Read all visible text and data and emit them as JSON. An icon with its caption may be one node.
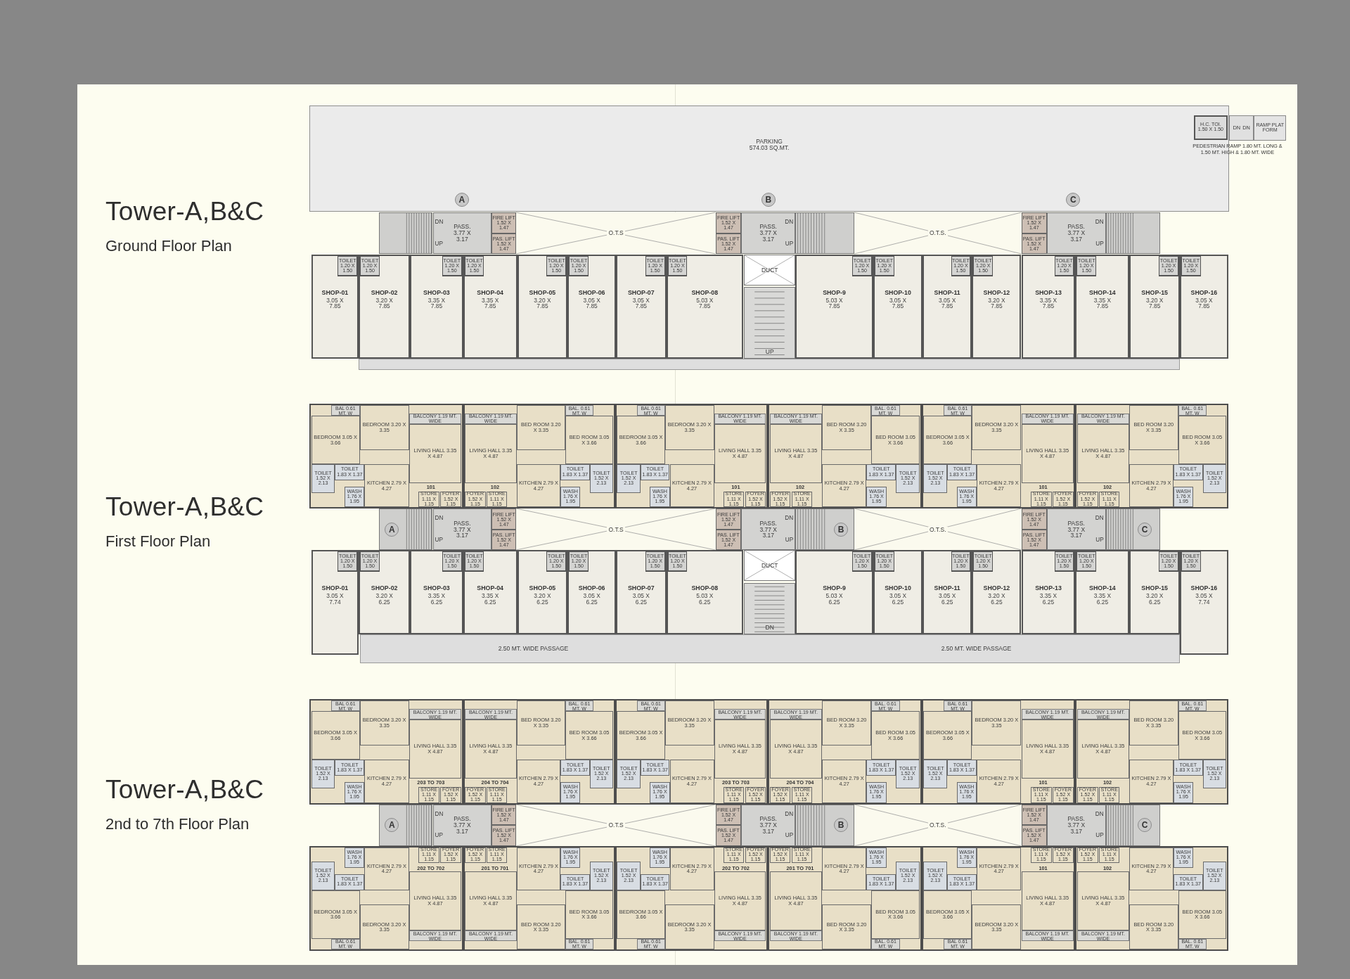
{
  "diagram": {
    "nodes": [
      {
        "text": [
          "PARKING",
          "574.03 SQ.MT."
        ]
      },
      {
        "text": [
          "H.C. TOI. 1.50 X 1.50"
        ],
        "in": 0
      },
      {
        "text": [
          "DN",
          "DN"
        ]
      },
      {
        "text": [
          "RAMP PLAT FORM"
        ]
      },
      {
        "text": [
          "PASS. 3.77 X 3.17",
          "DN",
          "UP"
        ]
      },
      {
        "text": [
          "FIRE LIFT 1.52 X 1.47"
        ]
      },
      {
        "text": [
          "PAS. LIFT 1.52 X 1.47"
        ]
      },
      {
        "text": [],
        "shape": "box"
      },
      {
        "text": [
          "A"
        ],
        "in": 0
      },
      {
        "text": [
          "PASS. 3.77 X 3.17",
          "DN",
          "UP"
        ]
      },
      {
        "text": [
          "FIRE LIFT 1.52 X 1.47"
        ]
      },
      {
        "text": [
          "PAS. LIFT 1.52 X 1.47"
        ]
      },
      {
        "text": [],
        "shape": "box"
      },
      {
        "text": [
          "B"
        ],
        "in": 0
      },
      {
        "text": [
          "PASS. 3.77 X 3.17",
          "DN",
          "UP"
        ]
      },
      {
        "text": [
          "FIRE LIFT 1.52 X 1.47"
        ]
      },
      {
        "text": [
          "PAS. LIFT 1.52 X 1.47"
        ]
      },
      {
        "text": [],
        "shape": "box"
      },
      {
        "text": [
          "C"
        ],
        "in": 0
      },
      {
        "text": [
          "O.T.S"
        ]
      },
      {
        "text": [
          "O.T.S."
        ]
      },
      {
        "text": [
          "DUCT"
        ]
      },
      {
        "text": [
          "UP"
        ]
      },
      {
        "text": [
          "SHOP-01",
          "3.05 X 7.85"
        ]
      },
      {
        "text": [
          "TOILET 1.20 X 1.50"
        ],
        "in": 23
      },
      {
        "text": [
          "SHOP-02",
          "3.20 X 7.85"
        ]
      },
      {
        "text": [
          "TOILET 1.20 X 1.50"
        ],
        "in": 25
      },
      {
        "text": [
          "SHOP-03",
          "3.35 X 7.85"
        ]
      },
      {
        "text": [
          "TOILET 1.20 X 1.50"
        ],
        "in": 27
      },
      {
        "text": [
          "SHOP-04",
          "3.35 X 7.85"
        ]
      },
      {
        "text": [
          "TOILET 1.20 X 1.50"
        ],
        "in": 29
      },
      {
        "text": [
          "SHOP-05",
          "3.20 X 7.85"
        ]
      },
      {
        "text": [
          "TOILET 1.20 X 1.50"
        ],
        "in": 31
      },
      {
        "text": [
          "SHOP-06",
          "3.05 X 7.85"
        ]
      },
      {
        "text": [
          "TOILET 1.20 X 1.50"
        ],
        "in": 33
      },
      {
        "text": [
          "SHOP-07",
          "3.05 X 7.85"
        ]
      },
      {
        "text": [
          "TOILET 1.20 X 1.50"
        ],
        "in": 35
      },
      {
        "text": [
          "SHOP-08",
          "5.03 X 7.85"
        ]
      },
      {
        "text": [
          "TOILET 1.20 X 1.50"
        ],
        "in": 37
      },
      {
        "text": [
          "SHOP-9",
          "5.03 X 7.85"
        ]
      },
      {
        "text": [
          "TOILET 1.20 X 1.50"
        ],
        "in": 39
      },
      {
        "text": [
          "SHOP-10",
          "3.05 X 7.85"
        ]
      },
      {
        "text": [
          "TOILET 1.20 X 1.50"
        ],
        "in": 41
      },
      {
        "text": [
          "SHOP-11",
          "3.05 X 7.85"
        ]
      },
      {
        "text": [
          "TOILET 1.20 X 1.50"
        ],
        "in": 43
      },
      {
        "text": [
          "SHOP-12",
          "3.20 X 7.85"
        ]
      },
      {
        "text": [
          "TOILET 1.20 X 1.50"
        ],
        "in": 45
      },
      {
        "text": [
          "SHOP-13",
          "3.35 X 7.85"
        ]
      },
      {
        "text": [
          "TOILET 1.20 X 1.50"
        ],
        "in": 47
      },
      {
        "text": [
          "SHOP-14",
          "3.35 X 7.85"
        ]
      },
      {
        "text": [
          "TOILET 1.20 X 1.50"
        ],
        "in": 49
      },
      {
        "text": [
          "SHOP-15",
          "3.20 X 7.85"
        ]
      },
      {
        "text": [
          "TOILET 1.20 X 1.50"
        ],
        "in": 51
      },
      {
        "text": [
          "SHOP-16",
          "3.05 X 7.85"
        ]
      },
      {
        "text": [
          "TOILET 1.20 X 1.50"
        ],
        "in": 53
      },
      {
        "text": [
          "101"
        ]
      },
      {
        "text": [
          "BAL 0.61 MT. W"
        ],
        "in": 55
      },
      {
        "text": [
          "BEDROOM 3.05 X 3.66"
        ],
        "in": 55
      },
      {
        "text": [
          "BEDROOM 3.20 X 3.35"
        ],
        "in": 55
      },
      {
        "text": [
          "BALCONY 1.19 MT. WIDE"
        ],
        "in": 55
      },
      {
        "text": [
          "LIVING HALL 3.35 X 4.87"
        ],
        "in": 55
      },
      {
        "text": [
          "KITCHEN 2.79 X 4.27"
        ],
        "in": 55
      },
      {
        "text": [
          "TOILET 1.52 X 2.13"
        ],
        "in": 55
      },
      {
        "text": [
          "TOILET 1.83 X 1.37"
        ],
        "in": 55
      },
      {
        "text": [
          "WASH 1.76 X 1.95"
        ],
        "in": 55
      },
      {
        "text": [
          "STORE 1.11 X 1.15"
        ],
        "in": 55
      },
      {
        "text": [
          "FOYER 1.52 X 1.15"
        ],
        "in": 55
      },
      {
        "text": [
          "102"
        ]
      },
      {
        "text": [
          "BAL. 0.61 MT. W"
        ],
        "in": 67
      },
      {
        "text": [
          "BED ROOM 3.05 X 3.66"
        ],
        "in": 67
      },
      {
        "text": [
          "BED ROOM 3.20 X 3.35"
        ],
        "in": 67
      },
      {
        "text": [
          "BALCONY 1.19 MT. WIDE"
        ],
        "in": 67
      },
      {
        "text": [
          "LIVING HALL 3.35 X 4.87"
        ],
        "in": 67
      },
      {
        "text": [
          "KITCHEN 2.79 X 4.27"
        ],
        "in": 67
      },
      {
        "text": [
          "TOILET 1.52 X 2.13"
        ],
        "in": 67
      },
      {
        "text": [
          "TOILET 1.83 X 1.37"
        ],
        "in": 67
      },
      {
        "text": [
          "WASH 1.76 X 1.95"
        ],
        "in": 67
      },
      {
        "text": [
          "STORE 1.11 X 1.15"
        ],
        "in": 67
      },
      {
        "text": [
          "FOYER 1.52 X 1.15"
        ],
        "in": 67
      },
      {
        "text": [
          "101"
        ]
      },
      {
        "text": [
          "BAL 0.61 MT. W"
        ],
        "in": 79
      },
      {
        "text": [
          "BEDROOM 3.05 X 3.66"
        ],
        "in": 79
      },
      {
        "text": [
          "BEDROOM 3.20 X 3.35"
        ],
        "in": 79
      },
      {
        "text": [
          "BALCONY 1.19 MT. WIDE"
        ],
        "in": 79
      },
      {
        "text": [
          "LIVING HALL 3.35 X 4.87"
        ],
        "in": 79
      },
      {
        "text": [
          "KITCHEN 2.79 X 4.27"
        ],
        "in": 79
      },
      {
        "text": [
          "TOILET 1.52 X 2.13"
        ],
        "in": 79
      },
      {
        "text": [
          "TOILET 1.83 X 1.37"
        ],
        "in": 79
      },
      {
        "text": [
          "WASH 1.76 X 1.95"
        ],
        "in": 79
      },
      {
        "text": [
          "STORE 1.11 X 1.15"
        ],
        "in": 79
      },
      {
        "text": [
          "FOYER 1.52 X 1.15"
        ],
        "in": 79
      },
      {
        "text": [
          "102"
        ]
      },
      {
        "text": [
          "BAL. 0.61 MT. W"
        ],
        "in": 91
      },
      {
        "text": [
          "BED ROOM 3.05 X 3.66"
        ],
        "in": 91
      },
      {
        "text": [
          "BED ROOM 3.20 X 3.35"
        ],
        "in": 91
      },
      {
        "text": [
          "BALCONY 1.19 MT. WIDE"
        ],
        "in": 91
      },
      {
        "text": [
          "LIVING HALL 3.35 X 4.87"
        ],
        "in": 91
      },
      {
        "text": [
          "KITCHEN 2.79 X 4.27"
        ],
        "in": 91
      },
      {
        "text": [
          "TOILET 1.52 X 2.13"
        ],
        "in": 91
      },
      {
        "text": [
          "TOILET 1.83 X 1.37"
        ],
        "in": 91
      },
      {
        "text": [
          "WASH 1.76 X 1.95"
        ],
        "in": 91
      },
      {
        "text": [
          "STORE 1.11 X 1.15"
        ],
        "in": 91
      },
      {
        "text": [
          "FOYER 1.52 X 1.15"
        ],
        "in": 91
      },
      {
        "text": [
          "101"
        ]
      },
      {
        "text": [
          "BAL 0.61 MT. W"
        ],
        "in": 103
      },
      {
        "text": [
          "BEDROOM 3.05 X 3.66"
        ],
        "in": 103
      },
      {
        "text": [
          "BEDROOM 3.20 X 3.35"
        ],
        "in": 103
      },
      {
        "text": [
          "BALCONY 1.19 MT. WIDE"
        ],
        "in": 103
      },
      {
        "text": [
          "LIVING HALL 3.35 X 4.87"
        ],
        "in": 103
      },
      {
        "text": [
          "KITCHEN 2.79 X 4.27"
        ],
        "in": 103
      },
      {
        "text": [
          "TOILET 1.52 X 2.13"
        ],
        "in": 103
      },
      {
        "text": [
          "TOILET 1.83 X 1.37"
        ],
        "in": 103
      },
      {
        "text": [
          "WASH 1.76 X 1.95"
        ],
        "in": 103
      },
      {
        "text": [
          "STORE 1.11 X 1.15"
        ],
        "in": 103
      },
      {
        "text": [
          "FOYER 1.52 X 1.15"
        ],
        "in": 103
      },
      {
        "text": [
          "102"
        ]
      },
      {
        "text": [
          "BAL. 0.61 MT. W"
        ],
        "in": 115
      },
      {
        "text": [
          "BED ROOM 3.05 X 3.66"
        ],
        "in": 115
      },
      {
        "text": [
          "BED ROOM 3.20 X 3.35"
        ],
        "in": 115
      },
      {
        "text": [
          "BALCONY 1.19 MT. WIDE"
        ],
        "in": 115
      },
      {
        "text": [
          "LIVING HALL 3.35 X 4.87"
        ],
        "in": 115
      },
      {
        "text": [
          "KITCHEN 2.79 X 4.27"
        ],
        "in": 115
      },
      {
        "text": [
          "TOILET 1.52 X 2.13"
        ],
        "in": 115
      },
      {
        "text": [
          "TOILET 1.83 X 1.37"
        ],
        "in": 115
      },
      {
        "text": [
          "WASH 1.76 X 1.95"
        ],
        "in": 115
      },
      {
        "text": [
          "STORE 1.11 X 1.15"
        ],
        "in": 115
      },
      {
        "text": [
          "FOYER 1.52 X 1.15"
        ],
        "in": 115
      },
      {
        "text": [
          "PASS. 3.77 X 3.17",
          "DN",
          "UP"
        ]
      },
      {
        "text": [
          "FIRE LIFT 1.52 X 1.47"
        ]
      },
      {
        "text": [
          "PAS. LIFT 1.52 X 1.47"
        ]
      },
      {
        "text": [],
        "shape": "box"
      },
      {
        "text": [
          "A"
        ],
        "in": 130
      },
      {
        "text": [
          "PASS. 3.77 X 3.17",
          "DN",
          "UP"
        ]
      },
      {
        "text": [
          "FIRE LIFT 1.52 X 1.47"
        ]
      },
      {
        "text": [
          "PAS. LIFT 1.52 X 1.47"
        ]
      },
      {
        "text": [],
        "shape": "box"
      },
      {
        "text": [
          "B"
        ],
        "in": 135
      },
      {
        "text": [
          "PASS. 3.77 X 3.17",
          "DN",
          "UP"
        ]
      },
      {
        "text": [
          "FIRE LIFT 1.52 X 1.47"
        ]
      },
      {
        "text": [
          "PAS. LIFT 1.52 X 1.47"
        ]
      },
      {
        "text": [],
        "shape": "box"
      },
      {
        "text": [
          "C"
        ],
        "in": 140
      },
      {
        "text": [
          "O.T.S"
        ]
      },
      {
        "text": [
          "O.T.S."
        ]
      },
      {
        "text": [
          "DUCT"
        ]
      },
      {
        "text": [
          "DN"
        ]
      },
      {
        "text": [
          "2.50 MT. WIDE PASSAGE",
          "2.50 MT. WIDE PASSAGE"
        ]
      },
      {
        "text": [
          "SHOP-01",
          "3.05 X 7.74"
        ]
      },
      {
        "text": [
          "TOILET 1.20 X 1.50"
        ],
        "in": 147
      },
      {
        "text": [
          "SHOP-02",
          "3.20 X 6.25"
        ]
      },
      {
        "text": [
          "TOILET 1.20 X 1.50"
        ],
        "in": 149
      },
      {
        "text": [
          "SHOP-03",
          "3.35 X 6.25"
        ]
      },
      {
        "text": [
          "TOILET 1.20 X 1.50"
        ],
        "in": 151
      },
      {
        "text": [
          "SHOP-04",
          "3.35 X 6.25"
        ]
      },
      {
        "text": [
          "TOILET 1.20 X 1.50"
        ],
        "in": 153
      },
      {
        "text": [
          "SHOP-05",
          "3.20 X 6.25"
        ]
      },
      {
        "text": [
          "TOILET 1.20 X 1.50"
        ],
        "in": 155
      },
      {
        "text": [
          "SHOP-06",
          "3.05 X 6.25"
        ]
      },
      {
        "text": [
          "TOILET 1.20 X 1.50"
        ],
        "in": 157
      },
      {
        "text": [
          "SHOP-07",
          "3.05 X 6.25"
        ]
      },
      {
        "text": [
          "TOILET 1.20 X 1.50"
        ],
        "in": 159
      },
      {
        "text": [
          "SHOP-08",
          "5.03 X 6.25"
        ]
      },
      {
        "text": [
          "TOILET 1.20 X 1.50"
        ],
        "in": 161
      },
      {
        "text": [
          "SHOP-9",
          "5.03 X 6.25"
        ]
      },
      {
        "text": [
          "TOILET 1.20 X 1.50"
        ],
        "in": 163
      },
      {
        "text": [
          "SHOP-10",
          "3.05 X 6.25"
        ]
      },
      {
        "text": [
          "TOILET 1.20 X 1.50"
        ],
        "in": 165
      },
      {
        "text": [
          "SHOP-11",
          "3.05 X 6.25"
        ]
      },
      {
        "text": [
          "TOILET 1.20 X 1.50"
        ],
        "in": 167
      },
      {
        "text": [
          "SHOP-12",
          "3.20 X 6.25"
        ]
      },
      {
        "text": [
          "TOILET 1.20 X 1.50"
        ],
        "in": 169
      },
      {
        "text": [
          "SHOP-13",
          "3.35 X 6.25"
        ]
      },
      {
        "text": [
          "TOILET 1.20 X 1.50"
        ],
        "in": 171
      },
      {
        "text": [
          "SHOP-14",
          "3.35 X 6.25"
        ]
      },
      {
        "text": [
          "TOILET 1.20 X 1.50"
        ],
        "in": 173
      },
      {
        "text": [
          "SHOP-15",
          "3.20 X 6.25"
        ]
      },
      {
        "text": [
          "TOILET 1.20 X 1.50"
        ],
        "in": 175
      },
      {
        "text": [
          "SHOP-16",
          "3.05 X 7.74"
        ]
      },
      {
        "text": [
          "TOILET 1.20 X 1.50"
        ],
        "in": 177
      },
      {
        "text": [
          "203 TO 703"
        ]
      },
      {
        "text": [
          "BAL 0.61 MT. W"
        ],
        "in": 179
      },
      {
        "text": [
          "BEDROOM 3.05 X 3.66"
        ],
        "in": 179
      },
      {
        "text": [
          "BEDROOM 3.20 X 3.35"
        ],
        "in": 179
      },
      {
        "text": [
          "BALCONY 1.19 MT. WIDE"
        ],
        "in": 179
      },
      {
        "text": [
          "LIVING HALL 3.35 X 4.87"
        ],
        "in": 179
      },
      {
        "text": [
          "KITCHEN 2.79 X 4.27"
        ],
        "in": 179
      },
      {
        "text": [
          "TOILET 1.52 X 2.13"
        ],
        "in": 179
      },
      {
        "text": [
          "TOILET 1.83 X 1.37"
        ],
        "in": 179
      },
      {
        "text": [
          "WASH 1.76 X 1.95"
        ],
        "in": 179
      },
      {
        "text": [
          "STORE 1.11 X 1.15"
        ],
        "in": 179
      },
      {
        "text": [
          "FOYER 1.52 X 1.15"
        ],
        "in": 179
      },
      {
        "text": [
          "204 TO 704"
        ]
      },
      {
        "text": [
          "BAL. 0.61 MT. W"
        ],
        "in": 191
      },
      {
        "text": [
          "BED ROOM 3.05 X 3.66"
        ],
        "in": 191
      },
      {
        "text": [
          "BED ROOM 3.20 X 3.35"
        ],
        "in": 191
      },
      {
        "text": [
          "BALCONY 1.19 MT. WIDE"
        ],
        "in": 191
      },
      {
        "text": [
          "LIVING HALL 3.35 X 4.87"
        ],
        "in": 191
      },
      {
        "text": [
          "KITCHEN 2.79 X 4.27"
        ],
        "in": 191
      },
      {
        "text": [
          "TOILET 1.52 X 2.13"
        ],
        "in": 191
      },
      {
        "text": [
          "TOILET 1.83 X 1.37"
        ],
        "in": 191
      },
      {
        "text": [
          "WASH 1.76 X 1.95"
        ],
        "in": 191
      },
      {
        "text": [
          "STORE 1.11 X 1.15"
        ],
        "in": 191
      },
      {
        "text": [
          "FOYER 1.52 X 1.15"
        ],
        "in": 191
      },
      {
        "text": [
          "203 TO 703"
        ]
      },
      {
        "text": [
          "BAL 0.61 MT. W"
        ],
        "in": 203
      },
      {
        "text": [
          "BEDROOM 3.05 X 3.66"
        ],
        "in": 203
      },
      {
        "text": [
          "BEDROOM 3.20 X 3.35"
        ],
        "in": 203
      },
      {
        "text": [
          "BALCONY 1.19 MT. WIDE"
        ],
        "in": 203
      },
      {
        "text": [
          "LIVING HALL 3.35 X 4.87"
        ],
        "in": 203
      },
      {
        "text": [
          "KITCHEN 2.79 X 4.27"
        ],
        "in": 203
      },
      {
        "text": [
          "TOILET 1.52 X 2.13"
        ],
        "in": 203
      },
      {
        "text": [
          "TOILET 1.83 X 1.37"
        ],
        "in": 203
      },
      {
        "text": [
          "WASH 1.76 X 1.95"
        ],
        "in": 203
      },
      {
        "text": [
          "STORE 1.11 X 1.15"
        ],
        "in": 203
      },
      {
        "text": [
          "FOYER 1.52 X 1.15"
        ],
        "in": 203
      },
      {
        "text": [
          "204 TO 704"
        ]
      },
      {
        "text": [
          "BAL. 0.61 MT. W"
        ],
        "in": 215
      },
      {
        "text": [
          "BED ROOM 3.05 X 3.66"
        ],
        "in": 215
      },
      {
        "text": [
          "BED ROOM 3.20 X 3.35"
        ],
        "in": 215
      },
      {
        "text": [
          "BALCONY 1.19 MT. WIDE"
        ],
        "in": 215
      },
      {
        "text": [
          "LIVING HALL 3.35 X 4.87"
        ],
        "in": 215
      },
      {
        "text": [
          "KITCHEN 2.79 X 4.27"
        ],
        "in": 215
      },
      {
        "text": [
          "TOILET 1.52 X 2.13"
        ],
        "in": 215
      },
      {
        "text": [
          "TOILET 1.83 X 1.37"
        ],
        "in": 215
      },
      {
        "text": [
          "WASH 1.76 X 1.95"
        ],
        "in": 215
      },
      {
        "text": [
          "STORE 1.11 X 1.15"
        ],
        "in": 215
      },
      {
        "text": [
          "FOYER 1.52 X 1.15"
        ],
        "in": 215
      },
      {
        "text": [
          "101"
        ]
      },
      {
        "text": [
          "BAL 0.61 MT. W"
        ],
        "in": 227
      },
      {
        "text": [
          "BEDROOM 3.05 X 3.66"
        ],
        "in": 227
      },
      {
        "text": [
          "BEDROOM 3.20 X 3.35"
        ],
        "in": 227
      },
      {
        "text": [
          "BALCONY 1.19 MT. WIDE"
        ],
        "in": 227
      },
      {
        "text": [
          "LIVING HALL 3.35 X 4.87"
        ],
        "in": 227
      },
      {
        "text": [
          "KITCHEN 2.79 X 4.27"
        ],
        "in": 227
      },
      {
        "text": [
          "TOILET 1.52 X 2.13"
        ],
        "in": 227
      },
      {
        "text": [
          "TOILET 1.83 X 1.37"
        ],
        "in": 227
      },
      {
        "text": [
          "WASH 1.76 X 1.95"
        ],
        "in": 227
      },
      {
        "text": [
          "STORE 1.11 X 1.15"
        ],
        "in": 227
      },
      {
        "text": [
          "FOYER 1.52 X 1.15"
        ],
        "in": 227
      },
      {
        "text": [
          "102"
        ]
      },
      {
        "text": [
          "BAL. 0.61 MT. W"
        ],
        "in": 239
      },
      {
        "text": [
          "BED ROOM 3.05 X 3.66"
        ],
        "in": 239
      },
      {
        "text": [
          "BED ROOM 3.20 X 3.35"
        ],
        "in": 239
      },
      {
        "text": [
          "BALCONY 1.19 MT. WIDE"
        ],
        "in": 239
      },
      {
        "text": [
          "LIVING HALL 3.35 X 4.87"
        ],
        "in": 239
      },
      {
        "text": [
          "KITCHEN 2.79 X 4.27"
        ],
        "in": 239
      },
      {
        "text": [
          "TOILET 1.52 X 2.13"
        ],
        "in": 239
      },
      {
        "text": [
          "TOILET 1.83 X 1.37"
        ],
        "in": 239
      },
      {
        "text": [
          "WASH 1.76 X 1.95"
        ],
        "in": 239
      },
      {
        "text": [
          "STORE 1.11 X 1.15"
        ],
        "in": 239
      },
      {
        "text": [
          "FOYER 1.52 X 1.15"
        ],
        "in": 239
      },
      {
        "text": [
          "PASS. 3.77 X 3.17",
          "DN",
          "UP"
        ]
      },
      {
        "text": [
          "FIRE LIFT 1.52 X 1.47"
        ]
      },
      {
        "text": [
          "PAS. LIFT 1.52 X 1.47"
        ]
      },
      {
        "text": [],
        "shape": "box"
      },
      {
        "text": [
          "A"
        ],
        "in": 254
      },
      {
        "text": [
          "PASS. 3.77 X 3.17",
          "DN",
          "UP"
        ]
      },
      {
        "text": [
          "FIRE LIFT 1.52 X 1.47"
        ]
      },
      {
        "text": [
          "PAS. LIFT 1.52 X 1.47"
        ]
      },
      {
        "text": [],
        "shape": "box"
      },
      {
        "text": [
          "B"
        ],
        "in": 259
      },
      {
        "text": [
          "PASS. 3.77 X 3.17",
          "DN",
          "UP"
        ]
      },
      {
        "text": [
          "FIRE LIFT 1.52 X 1.47"
        ]
      },
      {
        "text": [
          "PAS. LIFT 1.52 X 1.47"
        ]
      },
      {
        "text": [],
        "shape": "box"
      },
      {
        "text": [
          "C"
        ],
        "in": 264
      },
      {
        "text": [
          "O.T.S"
        ]
      },
      {
        "text": [
          "O.T.S."
        ]
      },
      {
        "text": [
          "202 TO 702"
        ]
      },
      {
        "text": [
          "BAL 0.61 MT. W"
        ],
        "in": 268
      },
      {
        "text": [
          "BEDROOM 3.05 X 3.66"
        ],
        "in": 268
      },
      {
        "text": [
          "BEDROOM 3.20 X 3.35"
        ],
        "in": 268
      },
      {
        "text": [
          "BALCONY 1.19 MT. WIDE"
        ],
        "in": 268
      },
      {
        "text": [
          "LIVING HALL 3.35 X 4.87"
        ],
        "in": 268
      },
      {
        "text": [
          "KITCHEN 2.79 X 4.27"
        ],
        "in": 268
      },
      {
        "text": [
          "TOILET 1.52 X 2.13"
        ],
        "in": 268
      },
      {
        "text": [
          "TOILET 1.83 X 1.37"
        ],
        "in": 268
      },
      {
        "text": [
          "WASH 1.76 X 1.95"
        ],
        "in": 268
      },
      {
        "text": [
          "STORE 1.11 X 1.15"
        ],
        "in": 268
      },
      {
        "text": [
          "FOYER 1.52 X 1.15"
        ],
        "in": 268
      },
      {
        "text": [
          "201 TO 701"
        ]
      },
      {
        "text": [
          "BAL. 0.61 MT. W"
        ],
        "in": 280
      },
      {
        "text": [
          "BED ROOM 3.05 X 3.66"
        ],
        "in": 280
      },
      {
        "text": [
          "BED ROOM 3.20 X 3.35"
        ],
        "in": 280
      },
      {
        "text": [
          "BALCONY 1.19 MT. WIDE"
        ],
        "in": 280
      },
      {
        "text": [
          "LIVING HALL 3.35 X 4.87"
        ],
        "in": 280
      },
      {
        "text": [
          "KITCHEN 2.79 X 4.27"
        ],
        "in": 280
      },
      {
        "text": [
          "TOILET 1.52 X 2.13"
        ],
        "in": 280
      },
      {
        "text": [
          "TOILET 1.83 X 1.37"
        ],
        "in": 280
      },
      {
        "text": [
          "WASH 1.76 X 1.95"
        ],
        "in": 280
      },
      {
        "text": [
          "STORE 1.11 X 1.15"
        ],
        "in": 280
      },
      {
        "text": [
          "FOYER 1.52 X 1.15"
        ],
        "in": 280
      },
      {
        "text": [
          "202 TO 702"
        ]
      },
      {
        "text": [
          "BAL 0.61 MT. W"
        ],
        "in": 292
      },
      {
        "text": [
          "BEDROOM 3.05 X 3.66"
        ],
        "in": 292
      },
      {
        "text": [
          "BEDROOM 3.20 X 3.35"
        ],
        "in": 292
      },
      {
        "text": [
          "BALCONY 1.19 MT. WIDE"
        ],
        "in": 292
      },
      {
        "text": [
          "LIVING HALL 3.35 X 4.87"
        ],
        "in": 292
      },
      {
        "text": [
          "KITCHEN 2.79 X 4.27"
        ],
        "in": 292
      },
      {
        "text": [
          "TOILET 1.52 X 2.13"
        ],
        "in": 292
      },
      {
        "text": [
          "TOILET 1.83 X 1.37"
        ],
        "in": 292
      },
      {
        "text": [
          "WASH 1.76 X 1.95"
        ],
        "in": 292
      },
      {
        "text": [
          "STORE 1.11 X 1.15"
        ],
        "in": 292
      },
      {
        "text": [
          "FOYER 1.52 X 1.15"
        ],
        "in": 292
      },
      {
        "text": [
          "201 TO 701"
        ]
      },
      {
        "text": [
          "BAL. 0.61 MT. W"
        ],
        "in": 304
      },
      {
        "text": [
          "BED ROOM 3.05 X 3.66"
        ],
        "in": 304
      },
      {
        "text": [
          "BED ROOM 3.20 X 3.35"
        ],
        "in": 304
      },
      {
        "text": [
          "BALCONY 1.19 MT. WIDE"
        ],
        "in": 304
      },
      {
        "text": [
          "LIVING HALL 3.35 X 4.87"
        ],
        "in": 304
      },
      {
        "text": [
          "KITCHEN 2.79 X 4.27"
        ],
        "in": 304
      },
      {
        "text": [
          "TOILET 1.52 X 2.13"
        ],
        "in": 304
      },
      {
        "text": [
          "TOILET 1.83 X 1.37"
        ],
        "in": 304
      },
      {
        "text": [
          "WASH 1.76 X 1.95"
        ],
        "in": 304
      },
      {
        "text": [
          "STORE 1.11 X 1.15"
        ],
        "in": 304
      },
      {
        "text": [
          "FOYER 1.52 X 1.15"
        ],
        "in": 304
      },
      {
        "text": [
          "101"
        ]
      },
      {
        "text": [
          "BAL 0.61 MT. W"
        ],
        "in": 316
      },
      {
        "text": [
          "BEDROOM 3.05 X 3.66"
        ],
        "in": 316
      },
      {
        "text": [
          "BEDROOM 3.20 X 3.35"
        ],
        "in": 316
      },
      {
        "text": [
          "BALCONY 1.19 MT. WIDE"
        ],
        "in": 316
      },
      {
        "text": [
          "LIVING HALL 3.35 X 4.87"
        ],
        "in": 316
      },
      {
        "text": [
          "KITCHEN 2.79 X 4.27"
        ],
        "in": 316
      },
      {
        "text": [
          "TOILET 1.52 X 2.13"
        ],
        "in": 316
      },
      {
        "text": [
          "TOILET 1.83 X 1.37"
        ],
        "in": 316
      },
      {
        "text": [
          "WASH 1.76 X 1.95"
        ],
        "in": 316
      },
      {
        "text": [
          "STORE 1.11 X 1.15"
        ],
        "in": 316
      },
      {
        "text": [
          "FOYER 1.52 X 1.15"
        ],
        "in": 316
      },
      {
        "text": [
          "102"
        ]
      },
      {
        "text": [
          "BAL. 0.61 MT. W"
        ],
        "in": 328
      },
      {
        "text": [
          "BED ROOM 3.05 X 3.66"
        ],
        "in": 328
      },
      {
        "text": [
          "BED ROOM 3.20 X 3.35"
        ],
        "in": 328
      },
      {
        "text": [
          "BALCONY 1.19 MT. WIDE"
        ],
        "in": 328
      },
      {
        "text": [
          "LIVING HALL 3.35 X 4.87"
        ],
        "in": 328
      },
      {
        "text": [
          "KITCHEN 2.79 X 4.27"
        ],
        "in": 328
      },
      {
        "text": [
          "TOILET 1.52 X 2.13"
        ],
        "in": 328
      },
      {
        "text": [
          "TOILET 1.83 X 1.37"
        ],
        "in": 328
      },
      {
        "text": [
          "WASH 1.76 X 1.95"
        ],
        "in": 328
      },
      {
        "text": [
          "STORE 1.11 X 1.15"
        ],
        "in": 328
      },
      {
        "text": [
          "FOYER 1.52 X 1.15"
        ],
        "in": 328
      }
    ],
    "labels": [
      "Tower-A,B&C",
      "Ground Floor Plan",
      "Tower-A,B&C",
      "First Floor Plan",
      "Tower-A,B&C",
      "2nd to 7th Floor Plan",
      "PEDESTRIAN RAMP 1.80 MT. LONG & 1.50 MT. HIGH & 1.80 MT. WIDE"
    ]
  }
}
